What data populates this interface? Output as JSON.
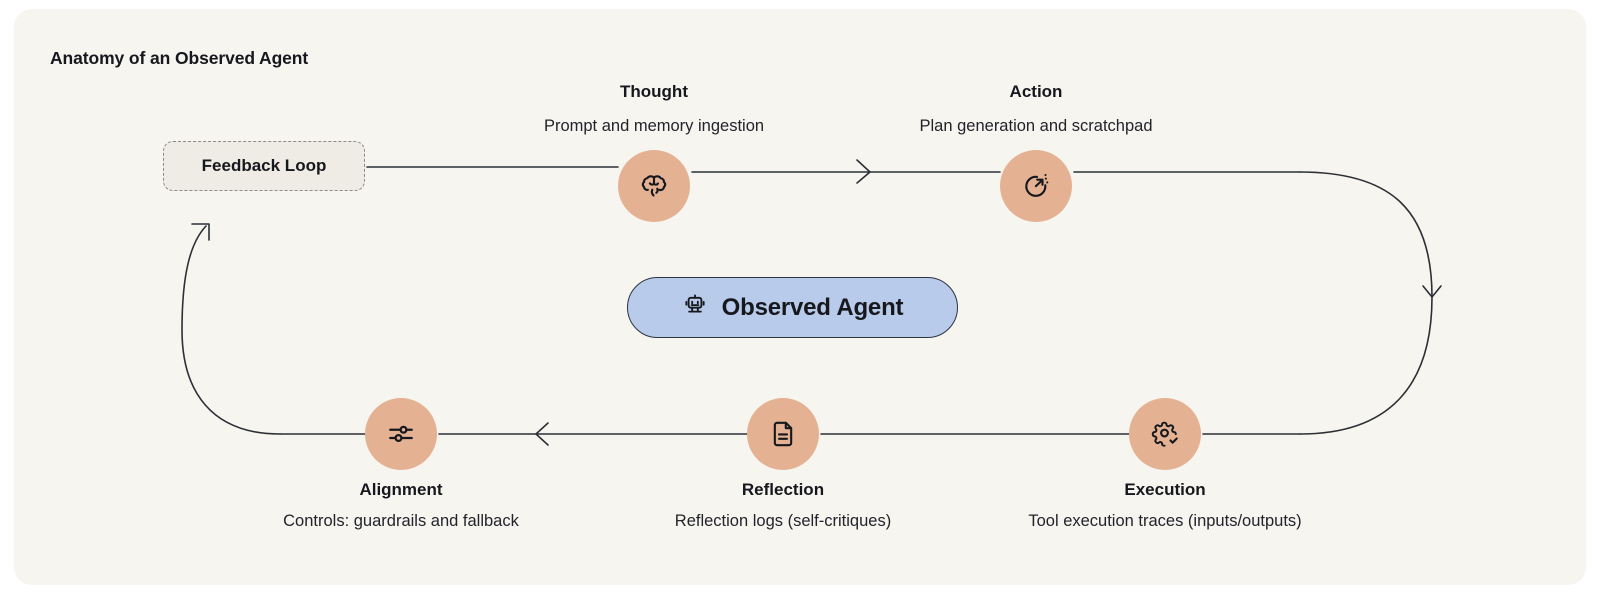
{
  "diagram": {
    "title": "Anatomy of an Observed Agent",
    "background_color": "#f7f5f0",
    "node_color": "#e4b293",
    "center_color": "#b8cbea",
    "line_color": "#2c3034",
    "chip": {
      "label": "Feedback Loop",
      "icon": "dashed-box",
      "fill": "#efece5",
      "border": "#8e8a84"
    },
    "center": {
      "label": "Observed Agent",
      "icon": "robot-icon"
    },
    "nodes": [
      {
        "id": "thought",
        "title": "Thought",
        "desc": "Prompt and memory ingestion",
        "icon": "brain-icon",
        "position": "top"
      },
      {
        "id": "action",
        "title": "Action",
        "desc": "Plan generation and scratchpad",
        "icon": "zap-circle-icon",
        "position": "top"
      },
      {
        "id": "execution",
        "title": "Execution",
        "desc": "Tool execution traces (inputs/outputs)",
        "icon": "gear-check-icon",
        "position": "bottom"
      },
      {
        "id": "reflection",
        "title": "Reflection",
        "desc": "Reflection logs (self-critiques)",
        "icon": "document-icon",
        "position": "bottom"
      },
      {
        "id": "alignment",
        "title": "Alignment",
        "desc": "Controls: guardrails and fallback",
        "icon": "sliders-icon",
        "position": "bottom"
      }
    ],
    "flow": [
      "Feedback Loop",
      "Thought",
      "Action",
      "Execution",
      "Reflection",
      "Alignment",
      "Feedback Loop"
    ]
  }
}
